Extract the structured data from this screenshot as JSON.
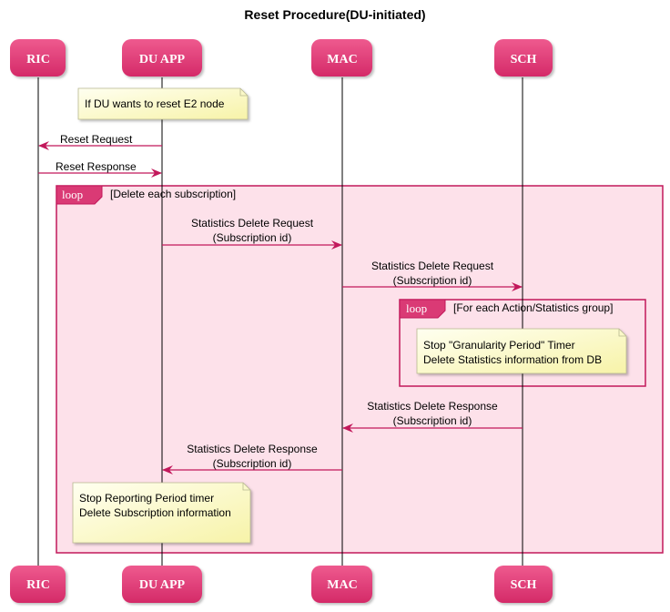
{
  "title": "Reset Procedure(DU-initiated)",
  "participants": [
    "RIC",
    "DU APP",
    "MAC",
    "SCH"
  ],
  "notes": {
    "du_reset": "If DU wants to reset E2 node",
    "sch_line1": "Stop \"Granularity Period\" Timer",
    "sch_line2": "Delete Statistics information from DB",
    "du_line1": "Stop Reporting Period timer",
    "du_line2": "Delete Subscription information"
  },
  "messages": {
    "reset_request": "Reset Request",
    "reset_response": "Reset Response",
    "stats_del_req_1a": "Statistics Delete Request",
    "stats_del_req_1b": "(Subscription id)",
    "stats_del_req_2a": "Statistics Delete Request",
    "stats_del_req_2b": "(Subscription id)",
    "stats_del_rsp_1a": "Statistics Delete Response",
    "stats_del_rsp_1b": "(Subscription id)",
    "stats_del_rsp_2a": "Statistics Delete Response",
    "stats_del_rsp_2b": "(Subscription id)"
  },
  "loops": {
    "outer_tag": "loop",
    "outer_cond": "[Delete each subscription]",
    "inner_tag": "loop",
    "inner_cond": "[For each Action/Statistics group]"
  },
  "colors": {
    "accent": "#C2185B",
    "participant_fill": "#E0407A",
    "loop_bg": "#FDE1EA",
    "note_bg": "#FEFECE"
  }
}
